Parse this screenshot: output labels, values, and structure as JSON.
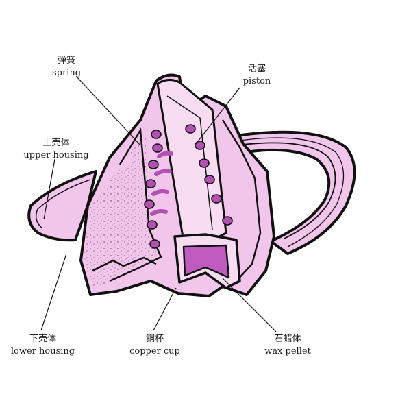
{
  "colors": {
    "body_fill": "#f2c6ea",
    "body_light": "#f7dcf2",
    "accent": "#b450b4",
    "wax": "#c05cc0",
    "outline": "#111111",
    "background": "#ffffff"
  },
  "labels": {
    "spring": {
      "zh": "弹簧",
      "en": "spring"
    },
    "piston": {
      "zh": "活塞",
      "en": "piston"
    },
    "upper_housing": {
      "zh": "上壳体",
      "en": "upper housing"
    },
    "lower_housing": {
      "zh": "下壳体",
      "en": "lower housing"
    },
    "copper_cup": {
      "zh": "铜杯",
      "en": "copper cup"
    },
    "wax_pellet": {
      "zh": "石蜡体",
      "en": "wax pellet"
    }
  }
}
